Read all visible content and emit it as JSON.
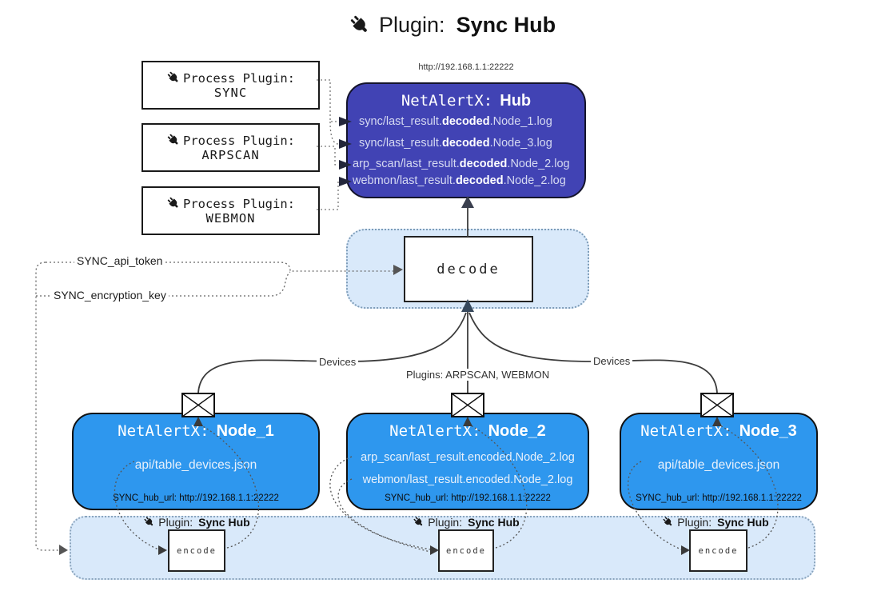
{
  "title": {
    "icon": "plug-icon",
    "prefix": "Plugin:",
    "name": "Sync Hub"
  },
  "process_plugins": [
    {
      "icon": "plug-icon",
      "label": "Process Plugin:",
      "name": "SYNC"
    },
    {
      "icon": "plug-icon",
      "label": "Process Plugin:",
      "name": "ARPSCAN"
    },
    {
      "icon": "plug-icon",
      "label": "Process Plugin:",
      "name": "WEBMON"
    }
  ],
  "hub": {
    "url_label": "http://192.168.1.1:22222",
    "title_prefix": "NetAlertX:",
    "title_name": "Hub",
    "lines": [
      {
        "pre": "sync/last_result.",
        "bold": "decoded",
        "post": ".Node_1.log"
      },
      {
        "pre": "sync/last_result.",
        "bold": "decoded",
        "post": ".Node_3.log"
      },
      {
        "pre": "arp_scan/last_result.",
        "bold": "decoded",
        "post": ".Node_2.log"
      },
      {
        "pre": "webmon/last_result.",
        "bold": "decoded",
        "post": ".Node_2.log"
      }
    ]
  },
  "decode": {
    "label": "decode"
  },
  "tokens": {
    "api_token": "SYNC_api_token",
    "encryption_key": "SYNC_encryption_key"
  },
  "edges": {
    "devices_left": "Devices",
    "devices_right": "Devices",
    "plugins_middle": "Plugins: ARPSCAN, WEBMON"
  },
  "nodes": [
    {
      "title_prefix": "NetAlertX:",
      "title_name": "Node_1",
      "lines": [
        "api/table_devices.json"
      ],
      "footer": "SYNC_hub_url: http://192.168.1.1:22222"
    },
    {
      "title_prefix": "NetAlertX:",
      "title_name": "Node_2",
      "lines": [
        "arp_scan/last_result.encoded.Node_2.log",
        "webmon/last_result.encoded.Node_2.log"
      ],
      "footer": "SYNC_hub_url: http://192.168.1.1:22222"
    },
    {
      "title_prefix": "NetAlertX:",
      "title_name": "Node_3",
      "lines": [
        "api/table_devices.json"
      ],
      "footer": "SYNC_hub_url: http://192.168.1.1:22222"
    }
  ],
  "encode_section": {
    "icon": "plug-icon",
    "plugin_prefix": "Plugin:",
    "plugin_name": "Sync Hub",
    "encode_label": "encode"
  },
  "colors": {
    "hub_fill": "#4143b4",
    "node_fill": "#2e97ee",
    "panel_fill": "#d9e9fa",
    "panel_border": "#7d9cb8",
    "hub_line_text": "#d6daf2",
    "line_stroke": "#3c3c3c"
  }
}
